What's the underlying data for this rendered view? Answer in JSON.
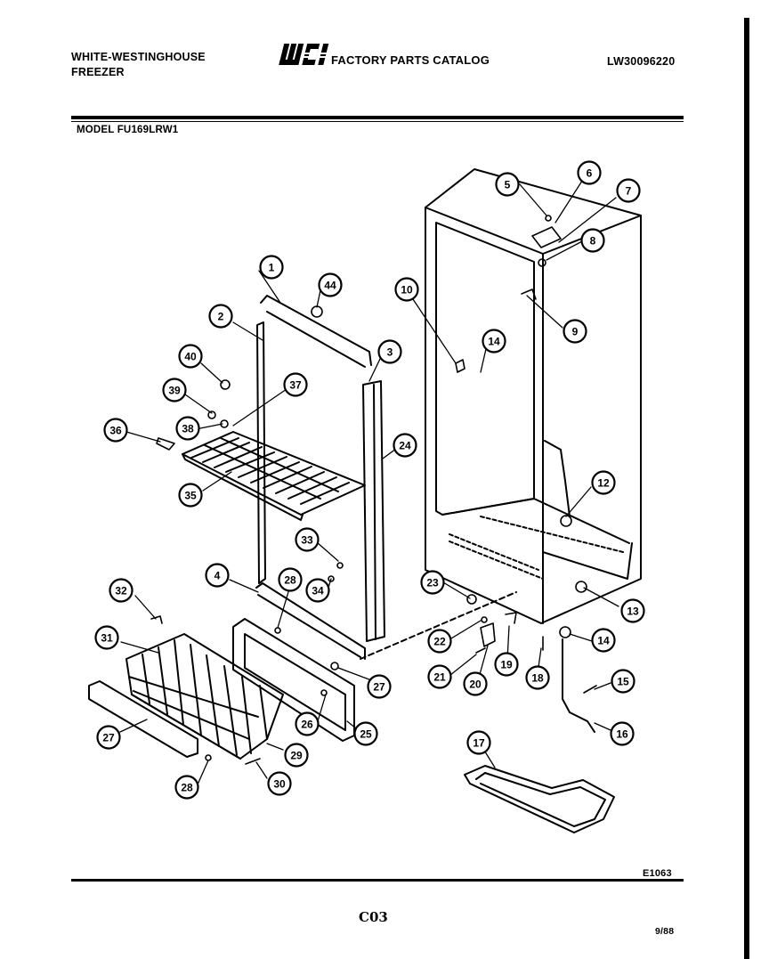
{
  "header": {
    "brand_line1": "WHITE-WESTINGHOUSE",
    "brand_line2": "FREEZER",
    "logo_text": "WCI",
    "catalog_title": "FACTORY PARTS CATALOG",
    "document_number": "LW30096220"
  },
  "model_label": "MODEL FU169LRW1",
  "callouts": [
    {
      "id": "c5",
      "label": "5"
    },
    {
      "id": "c6",
      "label": "6"
    },
    {
      "id": "c7",
      "label": "7"
    },
    {
      "id": "c8",
      "label": "8"
    },
    {
      "id": "c1",
      "label": "1"
    },
    {
      "id": "c44",
      "label": "44"
    },
    {
      "id": "c10",
      "label": "10"
    },
    {
      "id": "c9",
      "label": "9"
    },
    {
      "id": "c2",
      "label": "2"
    },
    {
      "id": "c14a",
      "label": "14"
    },
    {
      "id": "c3",
      "label": "3"
    },
    {
      "id": "c40",
      "label": "40"
    },
    {
      "id": "c37",
      "label": "37"
    },
    {
      "id": "c39",
      "label": "39"
    },
    {
      "id": "c38",
      "label": "38"
    },
    {
      "id": "c36",
      "label": "36"
    },
    {
      "id": "c24",
      "label": "24"
    },
    {
      "id": "c12",
      "label": "12"
    },
    {
      "id": "c35",
      "label": "35"
    },
    {
      "id": "c33",
      "label": "33"
    },
    {
      "id": "c4",
      "label": "4"
    },
    {
      "id": "c28a",
      "label": "28"
    },
    {
      "id": "c34",
      "label": "34"
    },
    {
      "id": "c23",
      "label": "23"
    },
    {
      "id": "c32",
      "label": "32"
    },
    {
      "id": "c13",
      "label": "13"
    },
    {
      "id": "c22",
      "label": "22"
    },
    {
      "id": "c14b",
      "label": "14"
    },
    {
      "id": "c31",
      "label": "31"
    },
    {
      "id": "c19",
      "label": "19"
    },
    {
      "id": "c21",
      "label": "21"
    },
    {
      "id": "c18",
      "label": "18"
    },
    {
      "id": "c27a",
      "label": "27"
    },
    {
      "id": "c20",
      "label": "20"
    },
    {
      "id": "c15",
      "label": "15"
    },
    {
      "id": "c26",
      "label": "26"
    },
    {
      "id": "c25",
      "label": "25"
    },
    {
      "id": "c27b",
      "label": "27"
    },
    {
      "id": "c16",
      "label": "16"
    },
    {
      "id": "c17",
      "label": "17"
    },
    {
      "id": "c29",
      "label": "29"
    },
    {
      "id": "c30",
      "label": "30"
    },
    {
      "id": "c28b",
      "label": "28"
    }
  ],
  "figure_id": "E1063",
  "page_code": "C03",
  "date": "9/88"
}
